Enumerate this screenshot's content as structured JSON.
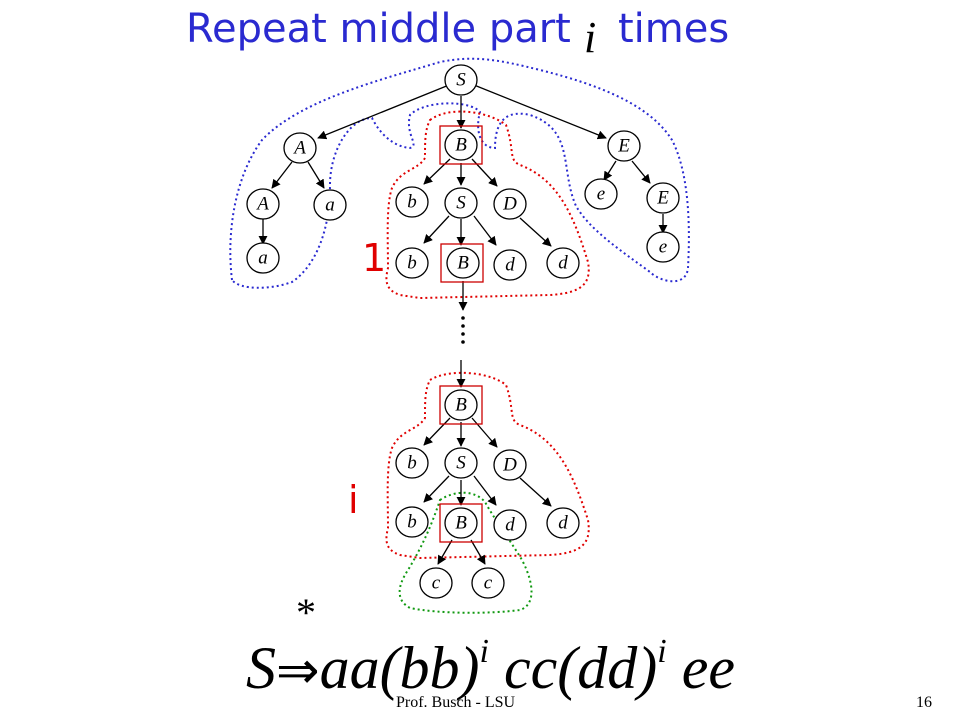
{
  "title": {
    "left": "Repeat middle part",
    "var": "i",
    "right": "times"
  },
  "labels": {
    "first": "1",
    "last": "i"
  },
  "tree_nodes": {
    "root": "S",
    "A1": "A",
    "B1": "B",
    "E1": "E",
    "A2": "A",
    "a1": "a",
    "b1": "b",
    "S2": "S",
    "D1": "D",
    "e1": "e",
    "E2": "E",
    "a2": "a",
    "b2": "b",
    "B2": "B",
    "d1": "d",
    "d2": "d",
    "e2": "e",
    "B3": "B",
    "b3": "b",
    "S3": "S",
    "D2": "D",
    "b4": "b",
    "B4": "B",
    "d3": "d",
    "d4": "d",
    "c1": "c",
    "c2": "c"
  },
  "derivation": {
    "star": "*",
    "lhs": "S",
    "arrow": "⇒",
    "p1": "aa(bb)",
    "sup1": "i",
    "p2": " cc(dd)",
    "sup2": "i",
    "p3": " ee"
  },
  "footer": {
    "author": "Prof. Busch - LSU",
    "page": "16"
  },
  "colors": {
    "title": "#2a2ad0",
    "red": "#e00000",
    "blue": "#2a2ad0",
    "green": "#119911",
    "box": "#cc0000"
  }
}
